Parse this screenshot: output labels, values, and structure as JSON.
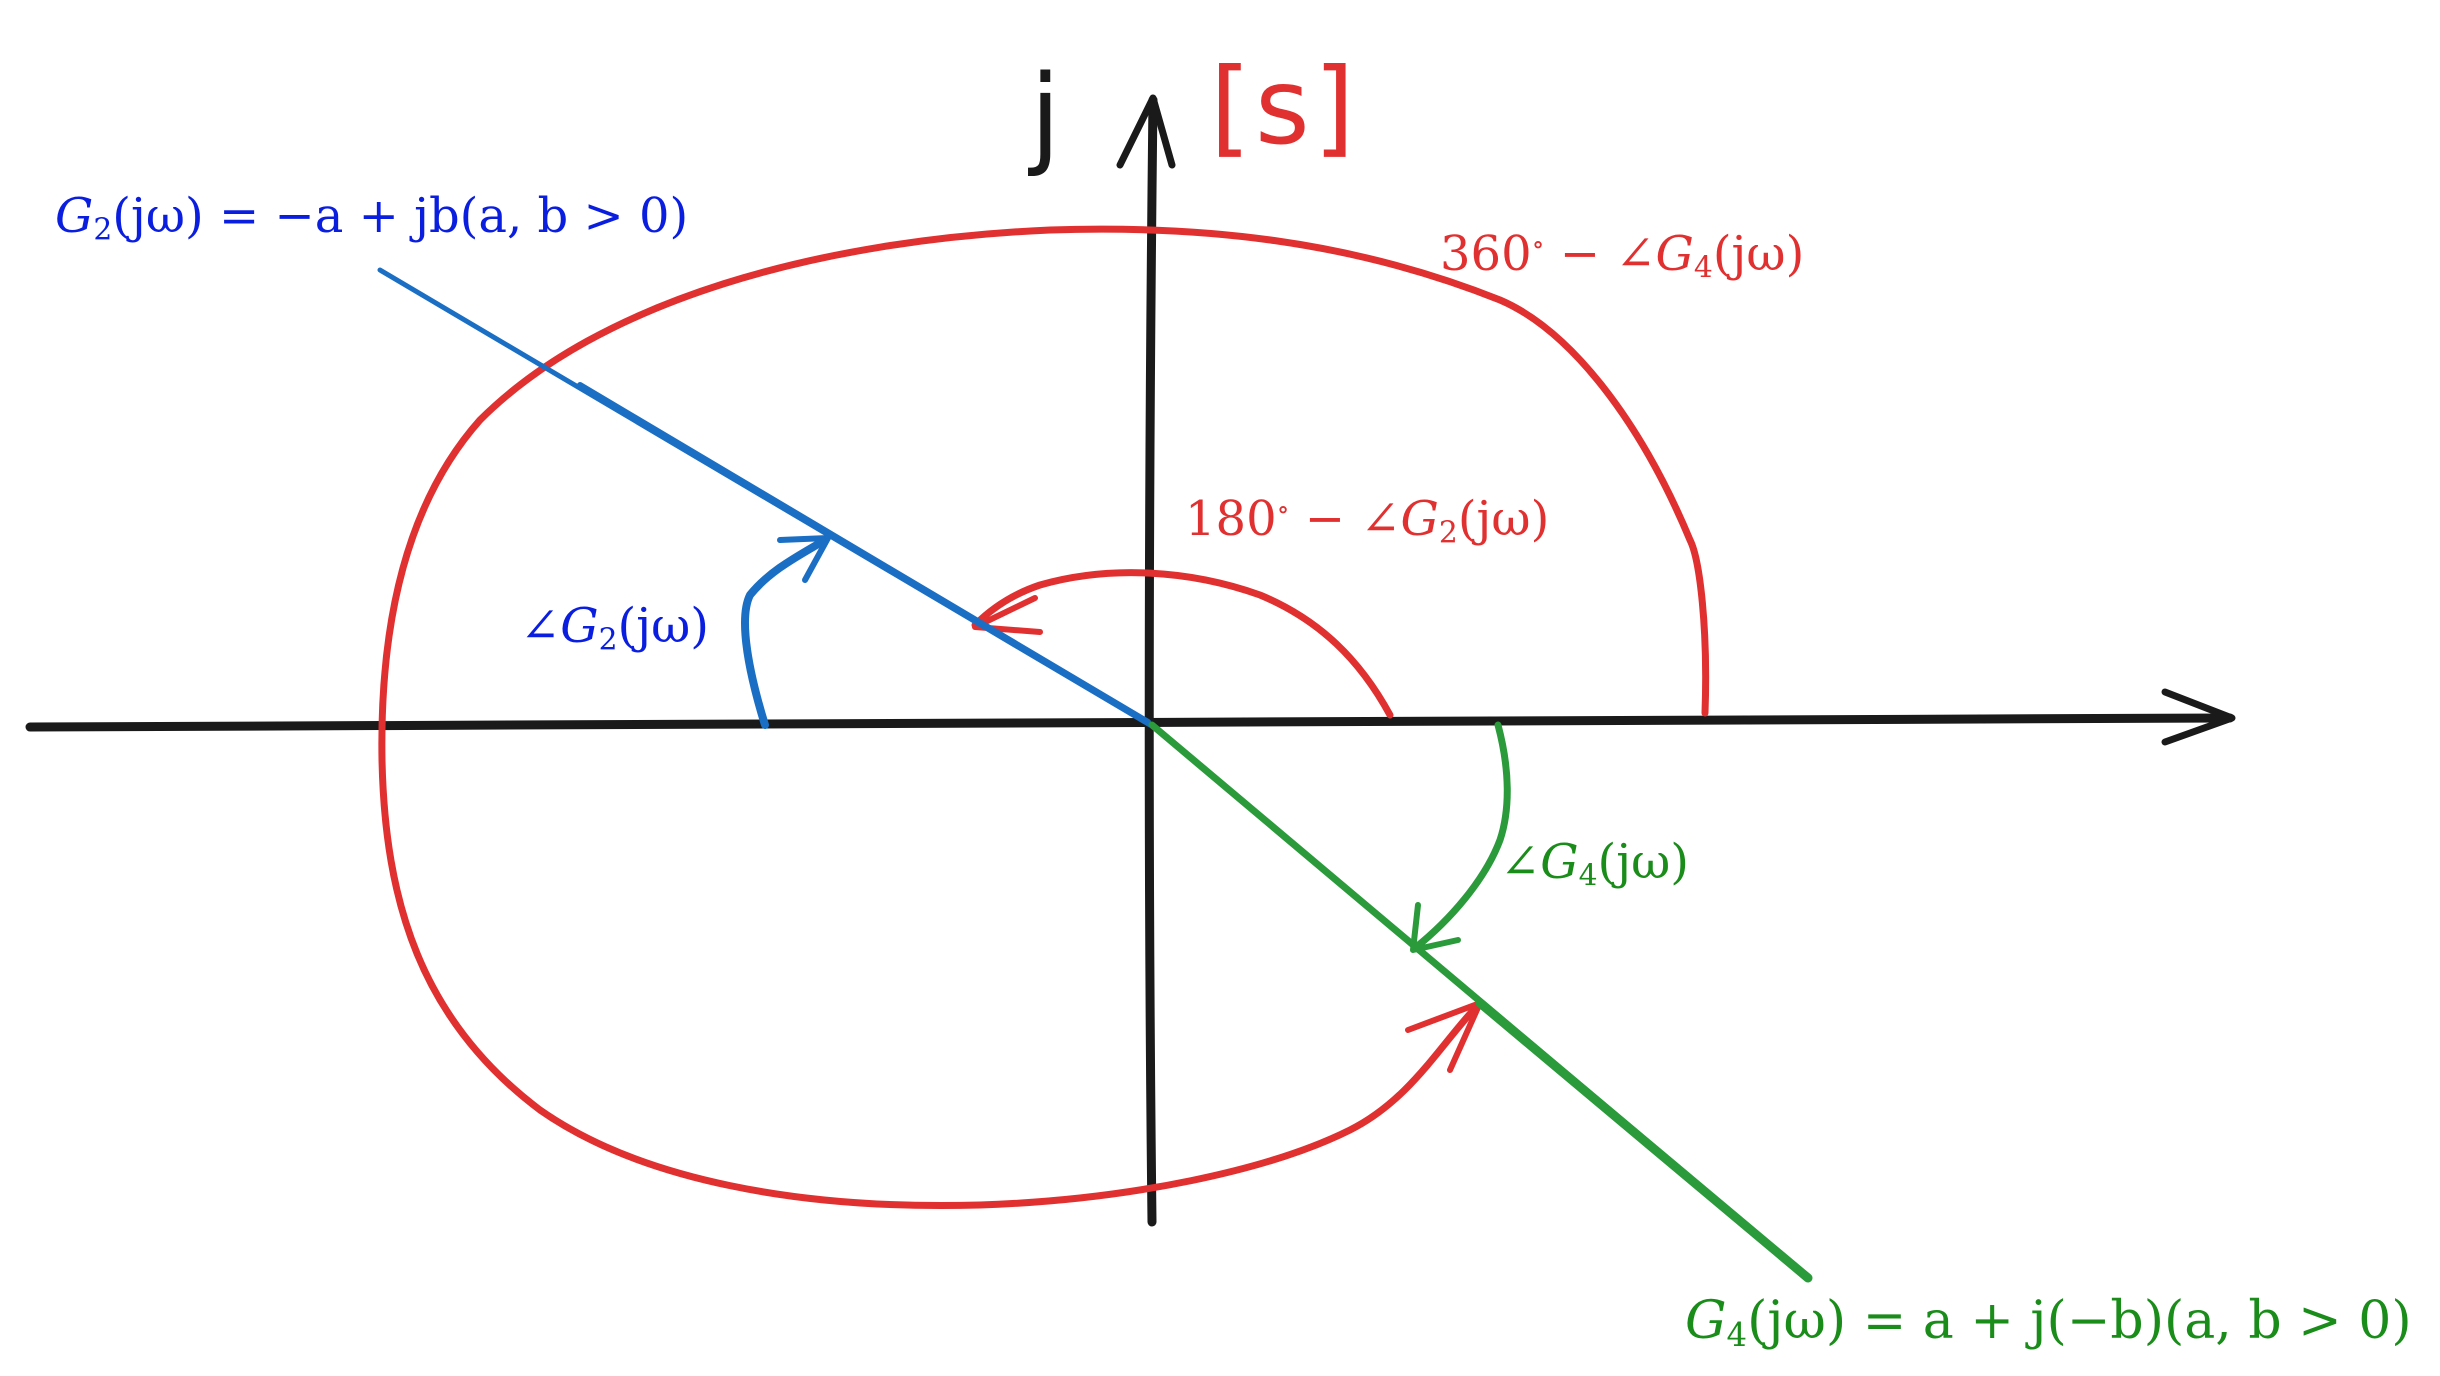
{
  "colors": {
    "axis": "#1a1a1a",
    "red": "#e03030",
    "blue": "#1a6fc4",
    "blue_text": "#0a1ee0",
    "green": "#2a9a3a",
    "green_text": "#1a8c1a"
  },
  "axis_labels": {
    "imag": "j",
    "plane": "[s]"
  },
  "labels": {
    "g2_def": {
      "func": "G",
      "sub": "2",
      "arg": "(jω)",
      "rest": " = −a + jb(a, b > 0)"
    },
    "g4_def": {
      "func": "G",
      "sub": "4",
      "arg": "(jω)",
      "rest": " = a + j(−b)(a, b > 0)"
    },
    "angle_g2": {
      "prefix": "∠",
      "func": "G",
      "sub": "2",
      "arg": "(jω)"
    },
    "angle_g4": {
      "prefix": "∠",
      "func": "G",
      "sub": "4",
      "arg": "(jω)"
    },
    "angle_180": {
      "num": "180",
      "deg": "∘",
      "mid": " − ∠",
      "func": "G",
      "sub": "2",
      "arg": "(jω)"
    },
    "angle_360": {
      "num": "360",
      "deg": "∘",
      "mid": " − ∠",
      "func": "G",
      "sub": "4",
      "arg": "(jω)"
    }
  }
}
